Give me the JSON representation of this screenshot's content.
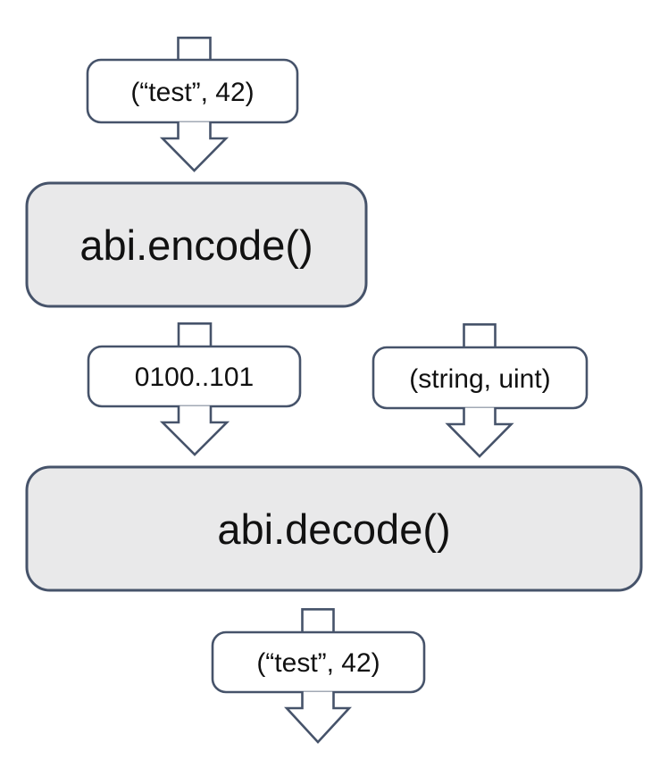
{
  "diagram": {
    "title": "abi-encode-decode-flow",
    "colors": {
      "outline": "#46536a",
      "process_fill": "#e9e9ea",
      "label_fill": "#ffffff",
      "text": "#111111",
      "background": "#ffffff"
    },
    "nodes": {
      "input_tuple": "(“test”, 42)",
      "encode_fn": "abi.encode()",
      "encoded_bytes": "0100..101",
      "type_tuple": "(string, uint)",
      "decode_fn": "abi.decode()",
      "output_tuple": "(“test”, 42)"
    }
  }
}
